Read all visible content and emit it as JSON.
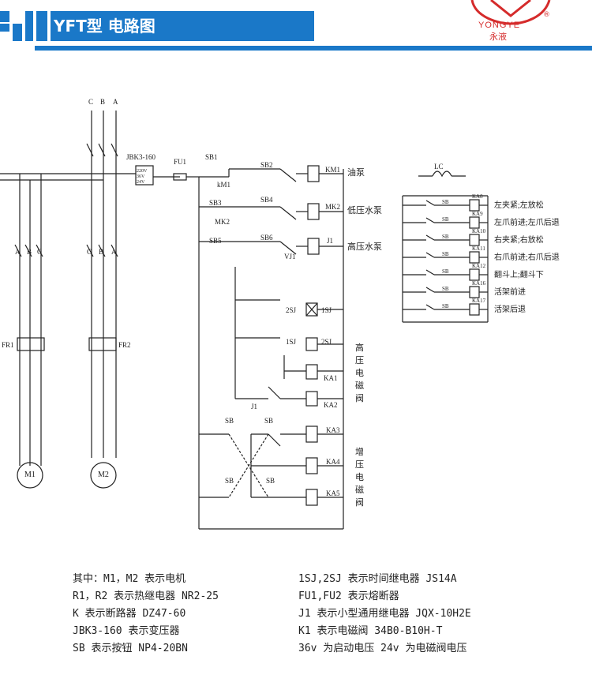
{
  "header": {
    "title": "YFT型 电路图",
    "logo_line1": "YONGYE",
    "logo_line2": "永液",
    "logo_mark": "®"
  },
  "diagram": {
    "phases_top": [
      "C",
      "B",
      "A"
    ],
    "phases_m1": [
      "A",
      "B",
      "C"
    ],
    "phases_m2": [
      "C",
      "B",
      "A"
    ],
    "transformer": "JBK3-160",
    "transformer_taps": [
      "220V",
      "36V",
      "24V"
    ],
    "fuse": "FU1",
    "overloads": [
      "FR1",
      "FR2"
    ],
    "motors": [
      "M1",
      "M2"
    ],
    "buttons": [
      "SB1",
      "SB2",
      "SB3",
      "SB4",
      "SB5",
      "SB6",
      "SB",
      "SB",
      "SB",
      "SB"
    ],
    "aux_contacts": [
      "kM1",
      "MK2",
      "VJ1",
      "J1",
      "2SJ",
      "1SJ",
      "1SJ",
      "2SJ"
    ],
    "coils_main": [
      "KM1",
      "MK2",
      "J1"
    ],
    "coils_solenoid": [
      "KA1",
      "KA2"
    ],
    "coils_boost": [
      "KA3",
      "KA4",
      "KA5"
    ],
    "labels_main": [
      "油泵",
      "低压水泵",
      "高压水泵"
    ],
    "label_solenoid_chars": [
      "高",
      "压",
      "电",
      "磁",
      "阀"
    ],
    "label_boost_chars": [
      "增",
      "压",
      "电",
      "磁",
      "阀"
    ],
    "inductor": "LC",
    "right_rows": [
      {
        "sb": "SB",
        "coil": "KA8",
        "desc": "左夹紧;左放松"
      },
      {
        "sb": "SB",
        "coil": "KA9",
        "desc": "左爪前进;左爪后退"
      },
      {
        "sb": "SB",
        "coil": "KA10",
        "desc": "右夹紧;右放松"
      },
      {
        "sb": "SB",
        "coil": "KA11",
        "desc": "右爪前进;右爪后退"
      },
      {
        "sb": "SB",
        "coil": "KA12",
        "desc": "翻斗上;翻斗下"
      },
      {
        "sb": "SB",
        "coil": "KA16",
        "desc": "活架前进"
      },
      {
        "sb": "SB",
        "coil": "KA17",
        "desc": "活架后退"
      }
    ]
  },
  "legend": {
    "left": [
      "其中：M1，M2 表示电机",
      "R1，R2 表示热继电器 NR2-25",
      "K 表示断路器 DZ47-60",
      "JBK3-160 表示变压器",
      "SB 表示按钮 NP4-20BN"
    ],
    "right": [
      "1SJ,2SJ 表示时间继电器 JS14A",
      "FU1,FU2 表示熔断器",
      "J1 表示小型通用继电器 JQX-10H2E",
      "K1 表示电磁阀 34B0-B10H-T",
      "36v 为启动电压 24v 为电磁阀电压"
    ]
  },
  "colors": {
    "brand_blue": "#1a78c8",
    "logo_red": "#d52b2b",
    "line": "#222222"
  }
}
